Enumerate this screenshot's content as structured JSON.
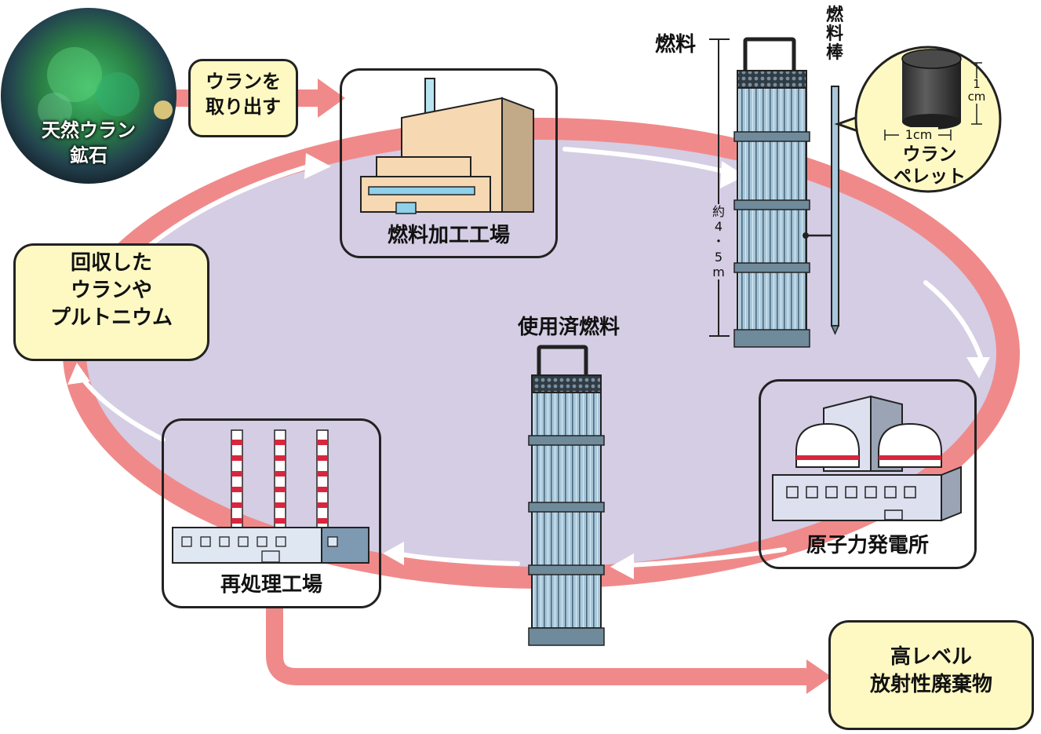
{
  "ore": {
    "line1": "天然ウラン",
    "line2": "鉱石"
  },
  "extract": {
    "line1": "ウランを",
    "line2": "取り出す"
  },
  "fuel_plant": {
    "label": "燃料加工工場"
  },
  "recovered": {
    "line1": "回収した",
    "line2": "ウランや",
    "line3": "プルトニウム"
  },
  "spent_fuel": {
    "label": "使用済燃料"
  },
  "reprocess_plant": {
    "label": "再処理工場"
  },
  "power_plant": {
    "label": "原子力発電所"
  },
  "hlw": {
    "line1": "高レベル",
    "line2": "放射性廃棄物"
  },
  "fuel_assembly": {
    "label": "燃料",
    "length_chars": [
      "約",
      "4",
      "・",
      "5",
      "m"
    ]
  },
  "fuel_rod": {
    "chars": [
      "燃",
      "料",
      "棒"
    ]
  },
  "pellet": {
    "height_chars": [
      "1",
      "cm"
    ],
    "width": "1cm",
    "line1": "ウラン",
    "line2": "ペレット"
  },
  "colors": {
    "cycle": "#f08a8a",
    "inner": "#d4cde4",
    "box_fill": "#fef9c3",
    "assembly": "#a8c8dc"
  }
}
